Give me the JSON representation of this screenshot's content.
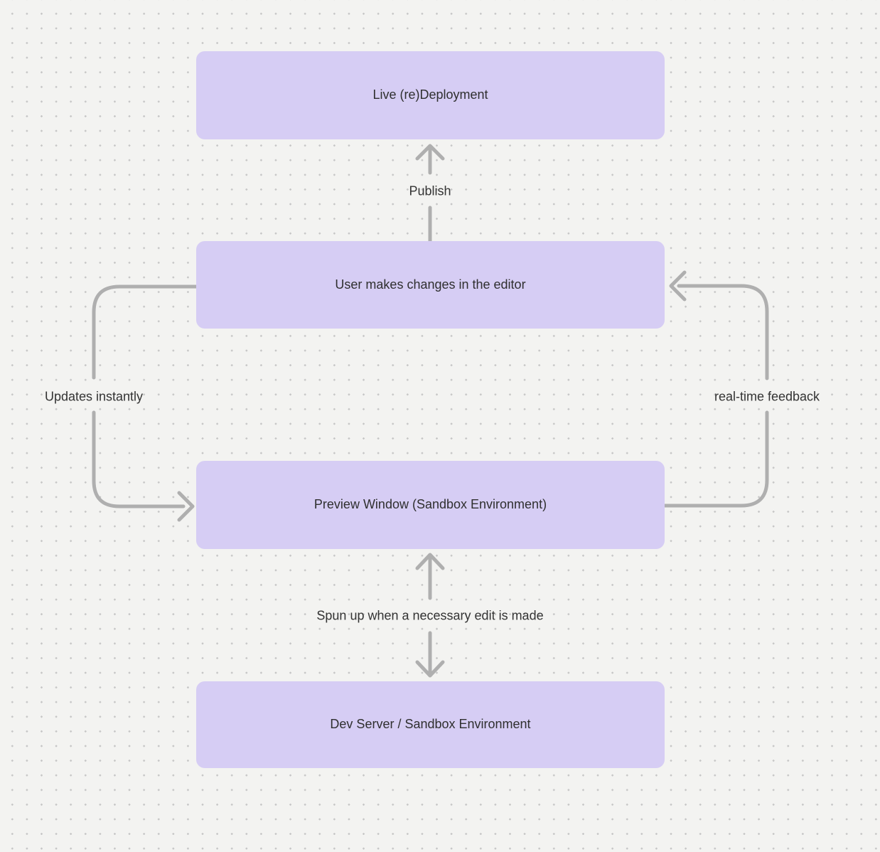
{
  "diagram": {
    "style": {
      "background_color": "#F3F3F1",
      "dot_color": "#C6C6C6",
      "node_fill": "#D6CDF4",
      "node_text_color": "#2F2F2F",
      "arrow_color": "#AFAFAF",
      "label_text_color": "#333333"
    },
    "nodes": [
      {
        "id": "live-redeployment",
        "label": "Live (re)Deployment"
      },
      {
        "id": "editor-changes",
        "label": "User makes changes in the editor"
      },
      {
        "id": "preview-window",
        "label": "Preview Window (Sandbox Environment)"
      },
      {
        "id": "dev-server",
        "label": "Dev Server / Sandbox Environment"
      }
    ],
    "edges": [
      {
        "id": "publish",
        "label": "Publish",
        "from": "editor-changes",
        "to": "live-redeployment",
        "direction": "up"
      },
      {
        "id": "updates-instantly",
        "label": "Updates instantly",
        "from": "editor-changes",
        "to": "preview-window",
        "direction": "left-loop-down"
      },
      {
        "id": "real-time-feedback",
        "label": "real-time feedback",
        "from": "preview-window",
        "to": "editor-changes",
        "direction": "right-loop-up"
      },
      {
        "id": "spun-up",
        "label": "Spun up when a necessary edit is made",
        "from": "preview-window",
        "to": "dev-server",
        "direction": "bidirectional"
      }
    ]
  }
}
